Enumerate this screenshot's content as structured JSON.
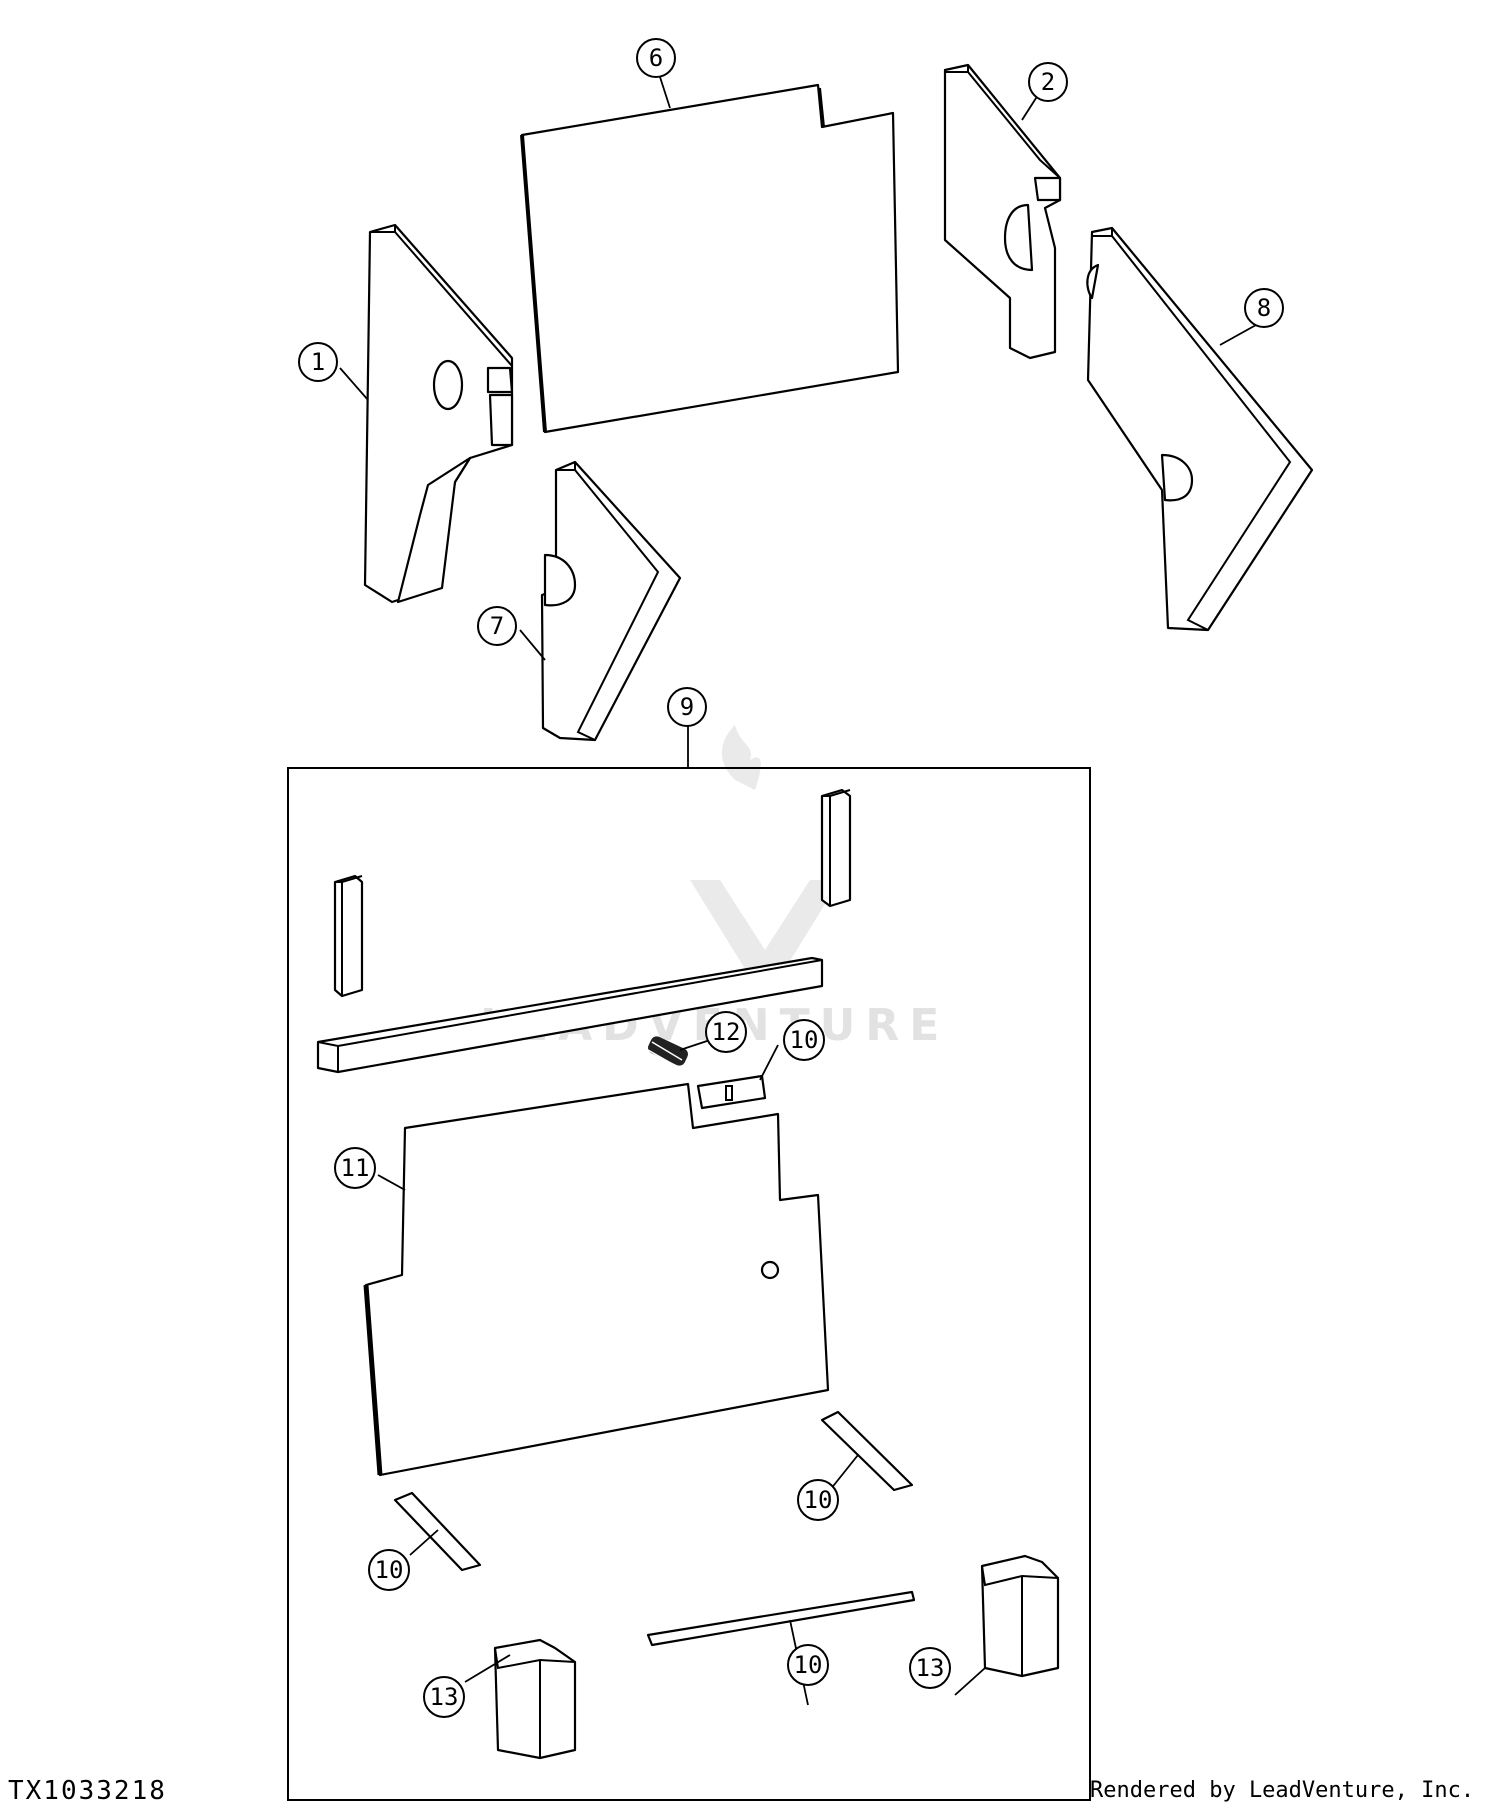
{
  "figure_id": "TX1033218",
  "credit": "Rendered by LeadVenture, Inc.",
  "watermark": "LEADVENTURE",
  "callouts": {
    "c1": "1",
    "c2": "2",
    "c6": "6",
    "c7": "7",
    "c8": "8",
    "c9": "9",
    "c10a": "10",
    "c10b": "10",
    "c10c": "10",
    "c10d": "10",
    "c11": "11",
    "c12": "12",
    "c13a": "13",
    "c13b": "13"
  }
}
